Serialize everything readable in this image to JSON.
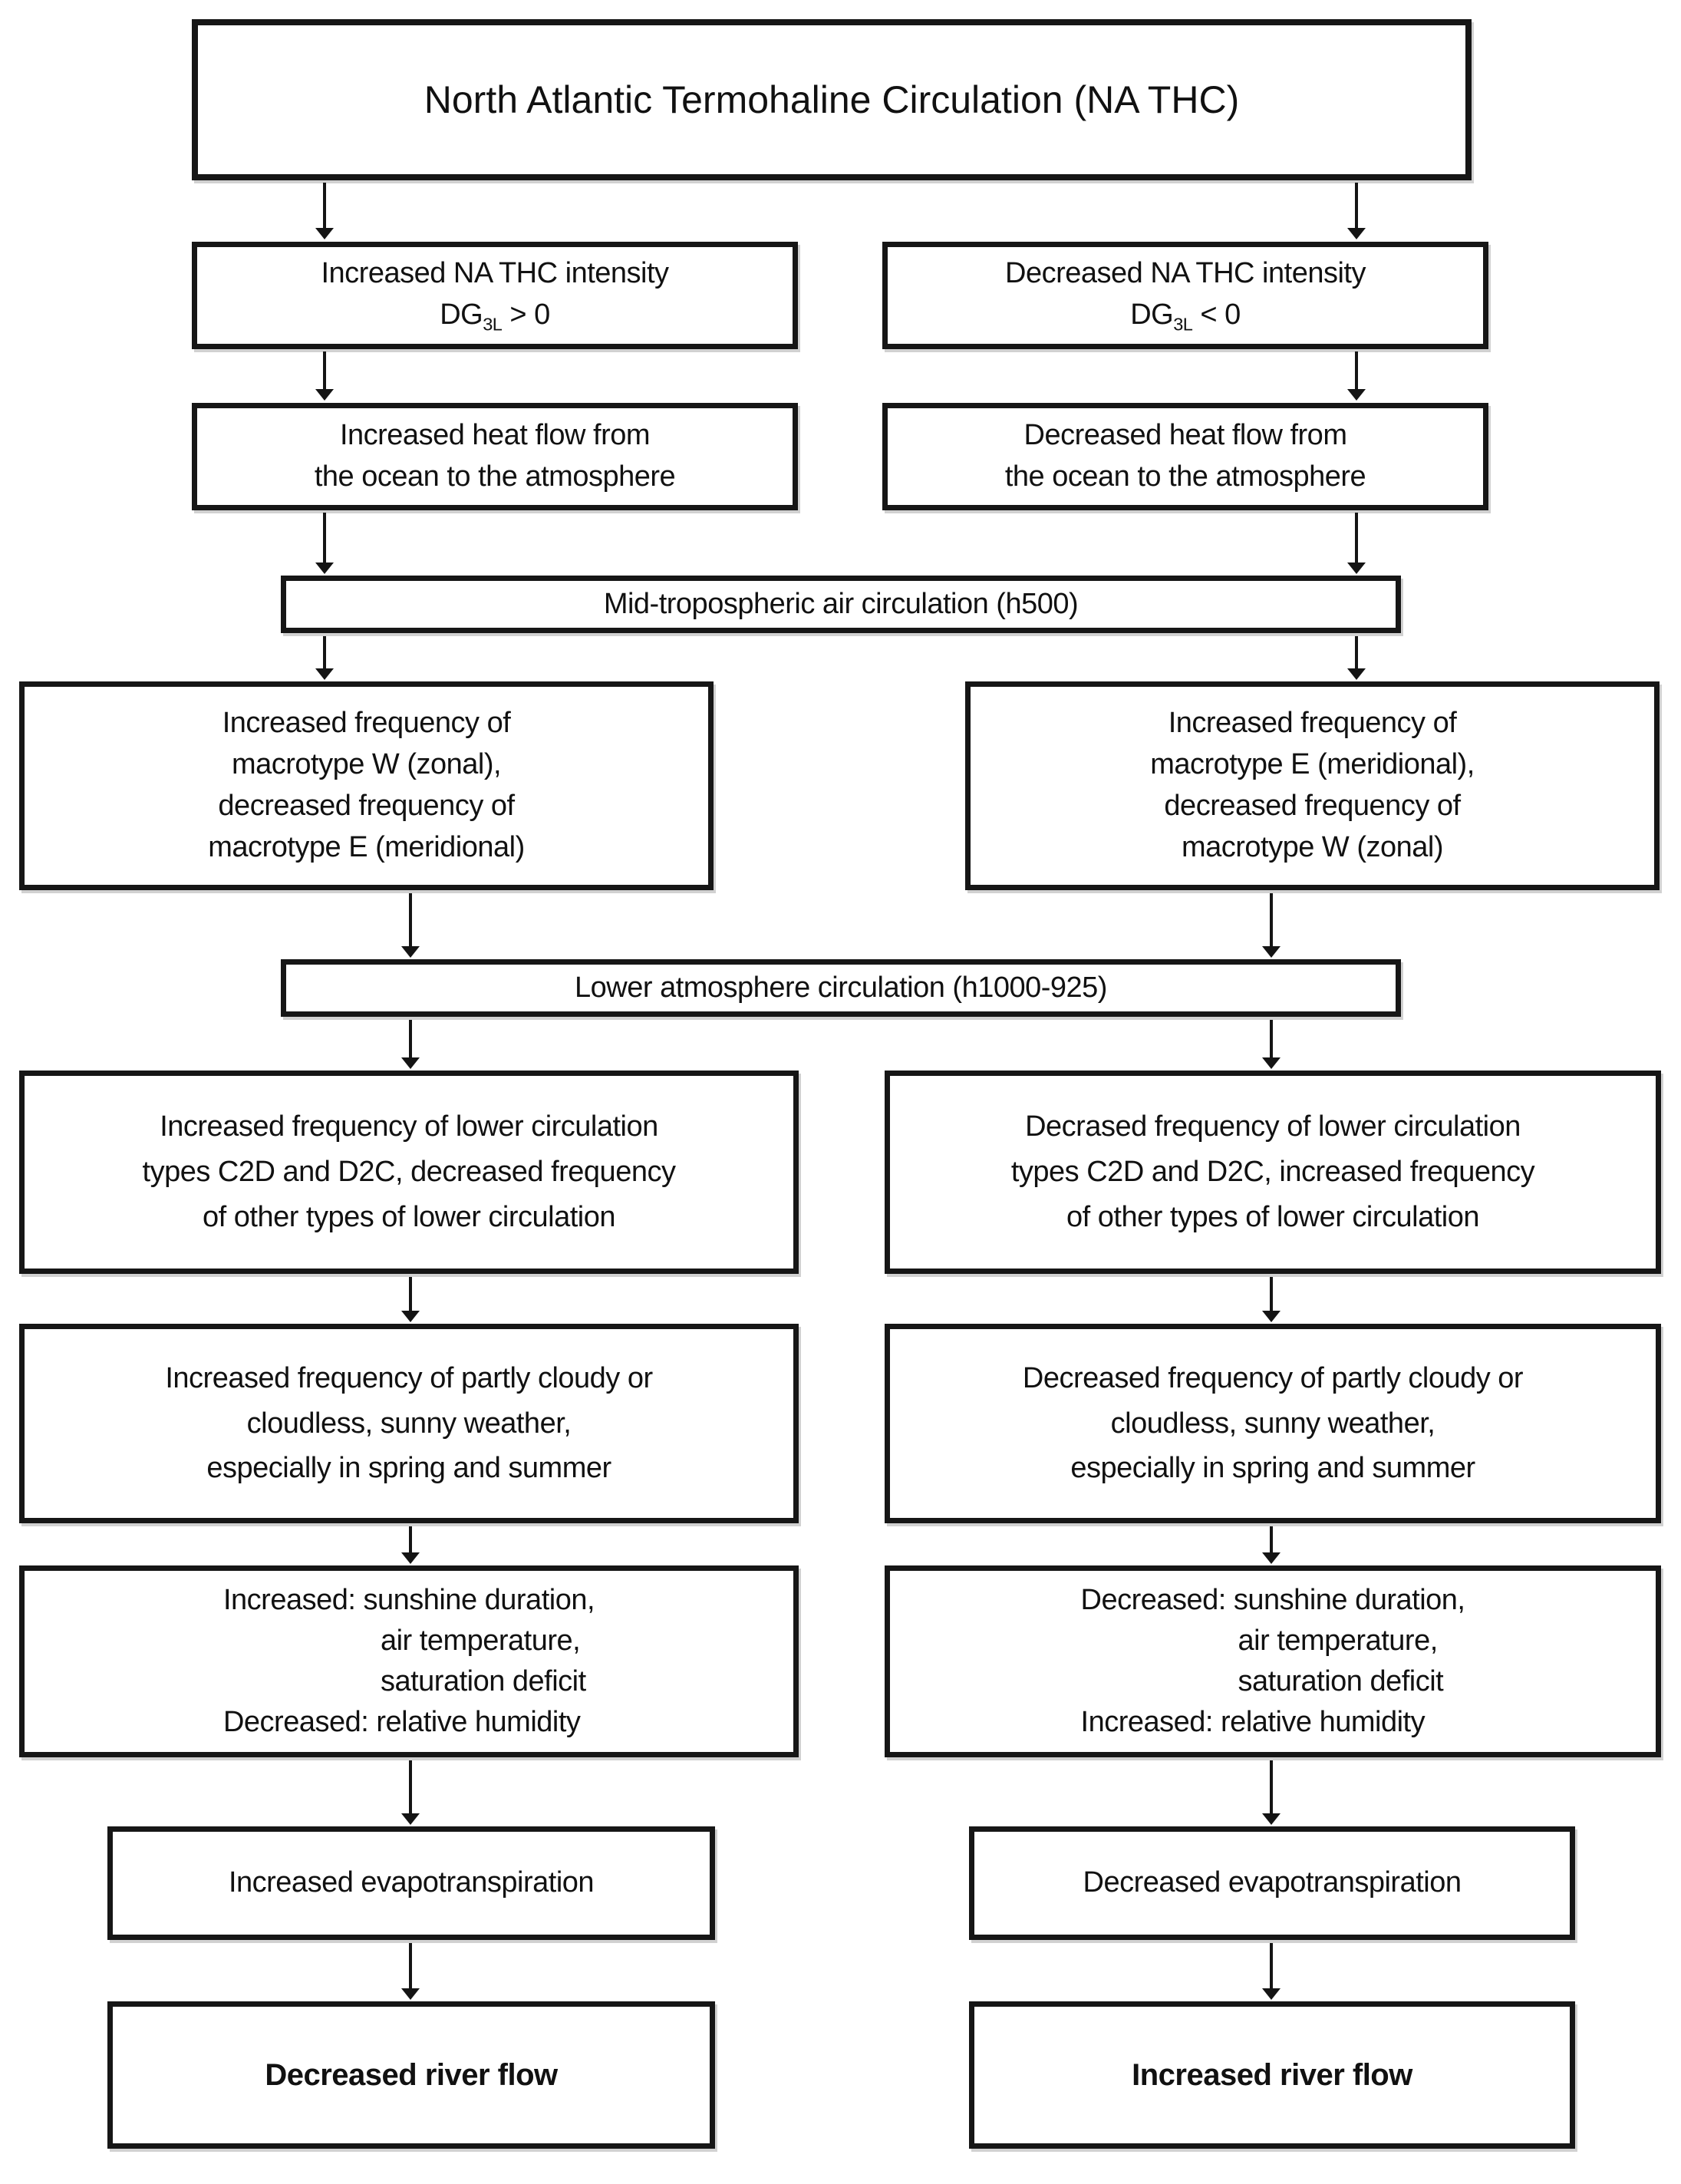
{
  "diagram": {
    "title": "North Atlantic Termohaline Circulation (NA THC)",
    "shared": {
      "mid_tropospheric": "Mid-tropospheric air circulation (h500)",
      "lower_atmosphere": "Lower atmosphere circulation (h1000-925)"
    },
    "left": {
      "intensity_line": "Increased NA THC intensity",
      "formula": {
        "base": "DG",
        "sub": "3L",
        "rest": "> 0"
      },
      "heat_flow": [
        "Increased heat flow from",
        "the ocean to the atmosphere"
      ],
      "macrotype": [
        "Increased frequency of",
        "macrotype W (zonal),",
        "decreased frequency of",
        "macrotype E (meridional)"
      ],
      "lower_circulation": [
        "Increased frequency of lower circulation",
        "types C2D and D2C, decreased frequency",
        "of other types of lower circulation"
      ],
      "weather": [
        "Increased frequency of partly cloudy or",
        "cloudless, sunny weather,",
        "especially in spring and summer"
      ],
      "elements": [
        "Increased: sunshine duration,",
        "air temperature,",
        "saturation deficit",
        "Decreased: relative humidity"
      ],
      "evapotranspiration": "Increased evapotranspiration",
      "river_flow": "Decreased river flow"
    },
    "right": {
      "intensity_line": "Decreased NA THC intensity",
      "formula": {
        "base": "DG",
        "sub": "3L",
        "rest": "< 0"
      },
      "heat_flow": [
        "Decreased heat flow from",
        "the ocean to the atmosphere"
      ],
      "macrotype": [
        "Increased frequency of",
        "macrotype E (meridional),",
        "decreased frequency of",
        "macrotype W (zonal)"
      ],
      "lower_circulation": [
        "Decrased frequency of lower circulation",
        "types C2D and D2C, increased frequency",
        "of other types of lower circulation"
      ],
      "weather": [
        "Decreased frequency of partly cloudy or",
        "cloudless, sunny weather,",
        "especially in spring and summer"
      ],
      "elements": [
        "Decreased: sunshine duration,",
        "air temperature,",
        "saturation deficit",
        "Increased: relative humidity"
      ],
      "evapotranspiration": "Decreased evapotranspiration",
      "river_flow": "Increased river flow"
    },
    "colors": {
      "box_border": "#161616",
      "box_background": "#ffffff",
      "text": "#111111",
      "arrow": "#141414",
      "page_background": "#ffffff"
    }
  }
}
